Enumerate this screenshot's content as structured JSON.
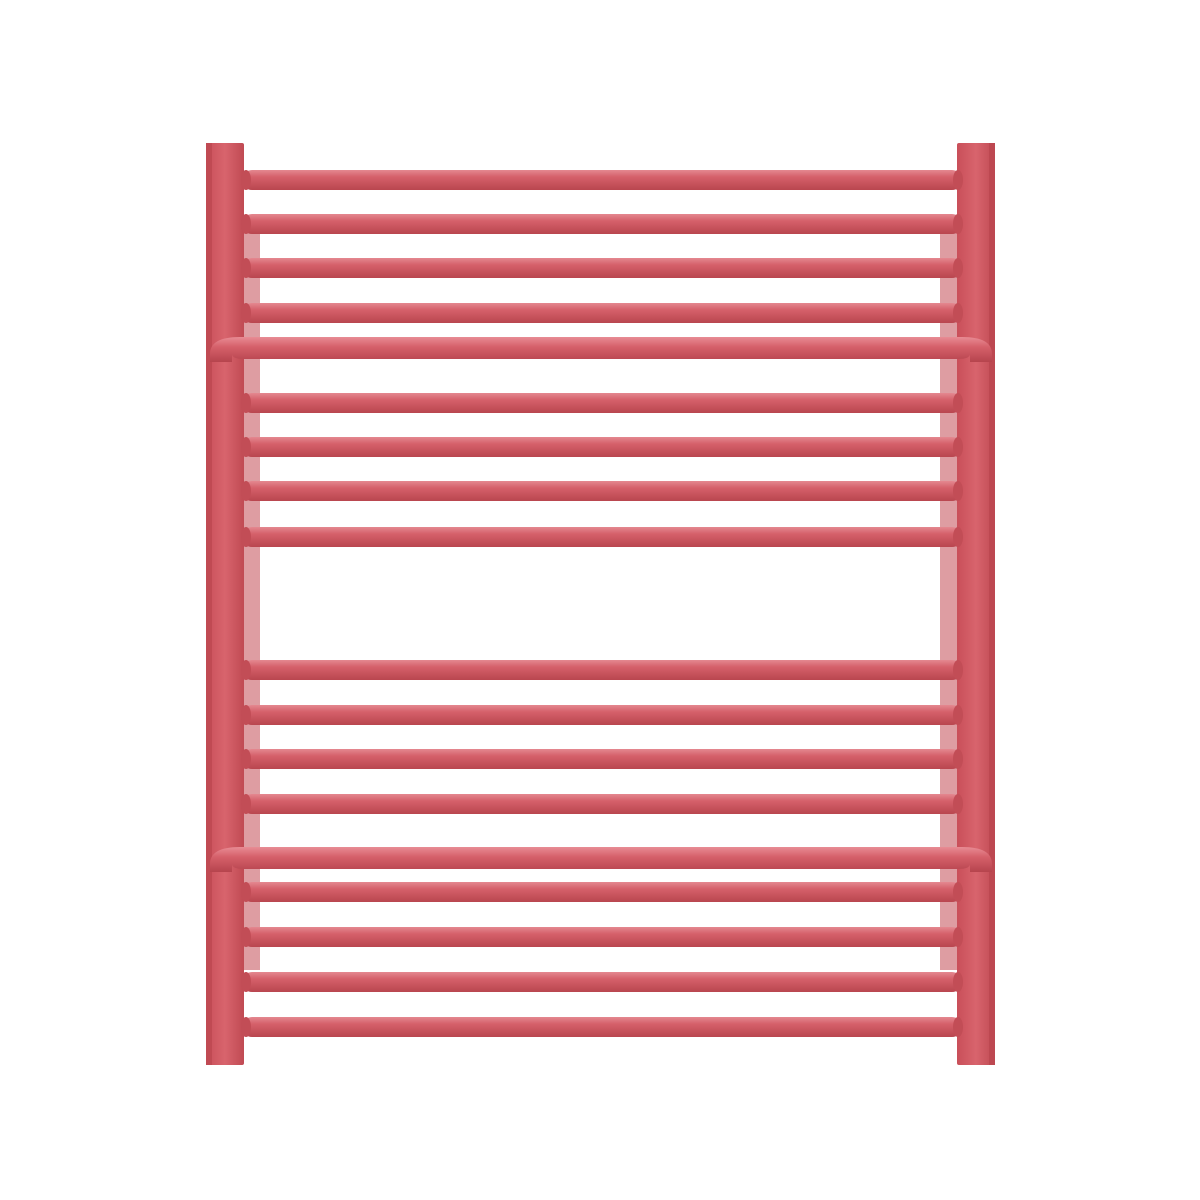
{
  "product": {
    "type": "heated towel radiator",
    "color": "#d5606a",
    "color_dark": "#b94650",
    "color_light": "#e27c84",
    "group_top_bar_count": 4,
    "group_mid_bar_count": 4,
    "group_lower_bar_count": 4,
    "group_bottom_bar_count": 4,
    "towel_hanger_count": 2
  }
}
